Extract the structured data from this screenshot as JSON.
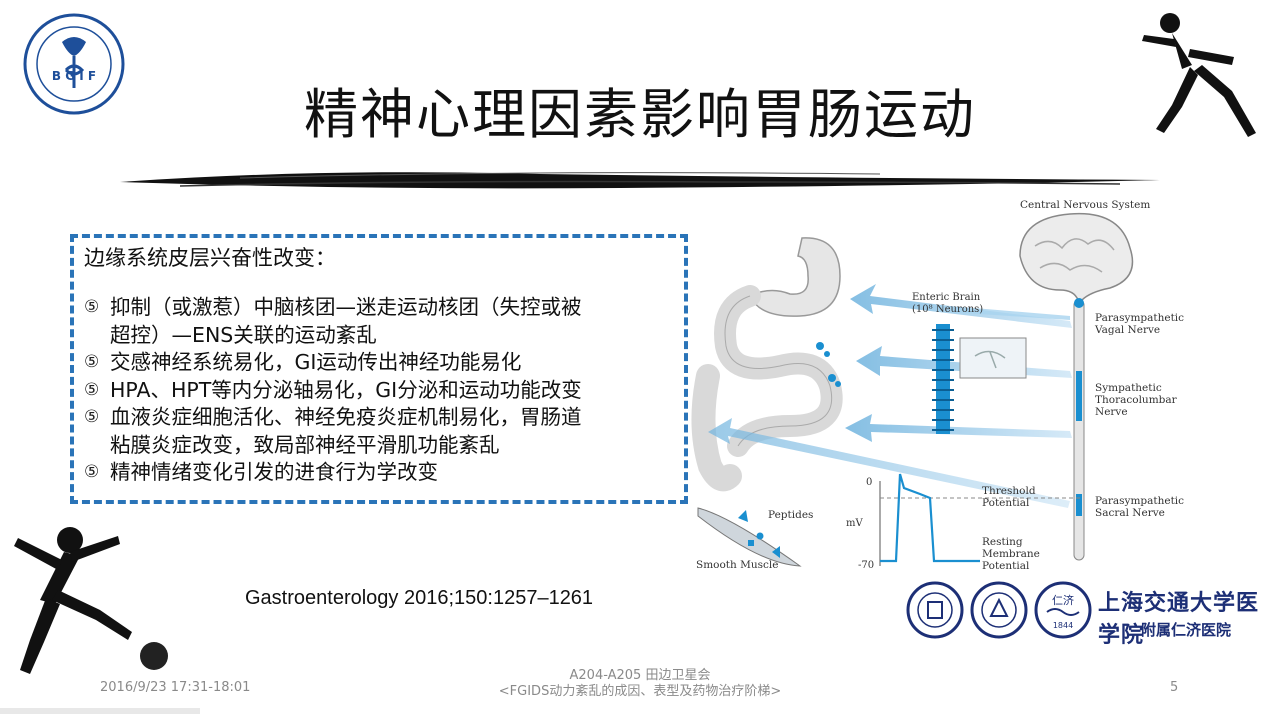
{
  "slide": {
    "title": "精神心理因素影响胃肠运动",
    "box_heading": "边缘系统皮层兴奋性改变：",
    "bullet_mark": "⑤",
    "bullets": [
      {
        "line1": "抑制（或激惹）中脑核团—迷走运动核团（失控或被",
        "line2": "超控）—ENS关联的运动紊乱"
      },
      {
        "line1": "交感神经系统易化，GI运动传出神经功能易化"
      },
      {
        "line1": "HPA、HPT等内分泌轴易化，GI分泌和运动功能改变"
      },
      {
        "line1": "血液炎症细胞活化、神经免疫炎症机制易化，胃肠道",
        "line2": "粘膜炎症改变，致局部神经平滑肌功能紊乱"
      },
      {
        "line1": "精神情绪变化引发的进食行为学改变"
      }
    ],
    "citation": "Gastroenterology 2016;150:1257–1261"
  },
  "diagram": {
    "cns": "Central Nervous System",
    "enteric_brain_1": "Enteric Brain",
    "enteric_brain_2": "(10⁸ Neurons)",
    "vagal_1": "Parasympathetic",
    "vagal_2": "Vagal Nerve",
    "symp_1": "Sympathetic",
    "symp_2": "Thoracolumbar",
    "symp_3": "Nerve",
    "sacral_1": "Parasympathetic",
    "sacral_2": "Sacral Nerve",
    "zero": "0",
    "mv": "mV",
    "minus70": "-70",
    "threshold_1": "Threshold",
    "threshold_2": "Potential",
    "resting_1": "Resting",
    "resting_2": "Membrane",
    "resting_3": "Potential",
    "peptides": "Peptides",
    "smooth_muscle": "Smooth Muscle"
  },
  "footer": {
    "date": "2016/9/23  17:31-18:01",
    "center_1": "A204-A205 田边卫星会",
    "center_2": "<FGIDS动力紊乱的成因、表型及药物治疗阶梯>",
    "page": "5"
  },
  "branding": {
    "univ_name": "上海交通大学医学院",
    "univ_sub": "附属仁济医院",
    "logo_text": "B G I F",
    "seal_text": "仁济",
    "seal_year": "1844"
  },
  "colors": {
    "box_border": "#2a74b8",
    "arrow_blue": "#6fb3de",
    "nerve_blue": "#1a8fd0",
    "brand_navy": "#1d2f76"
  }
}
